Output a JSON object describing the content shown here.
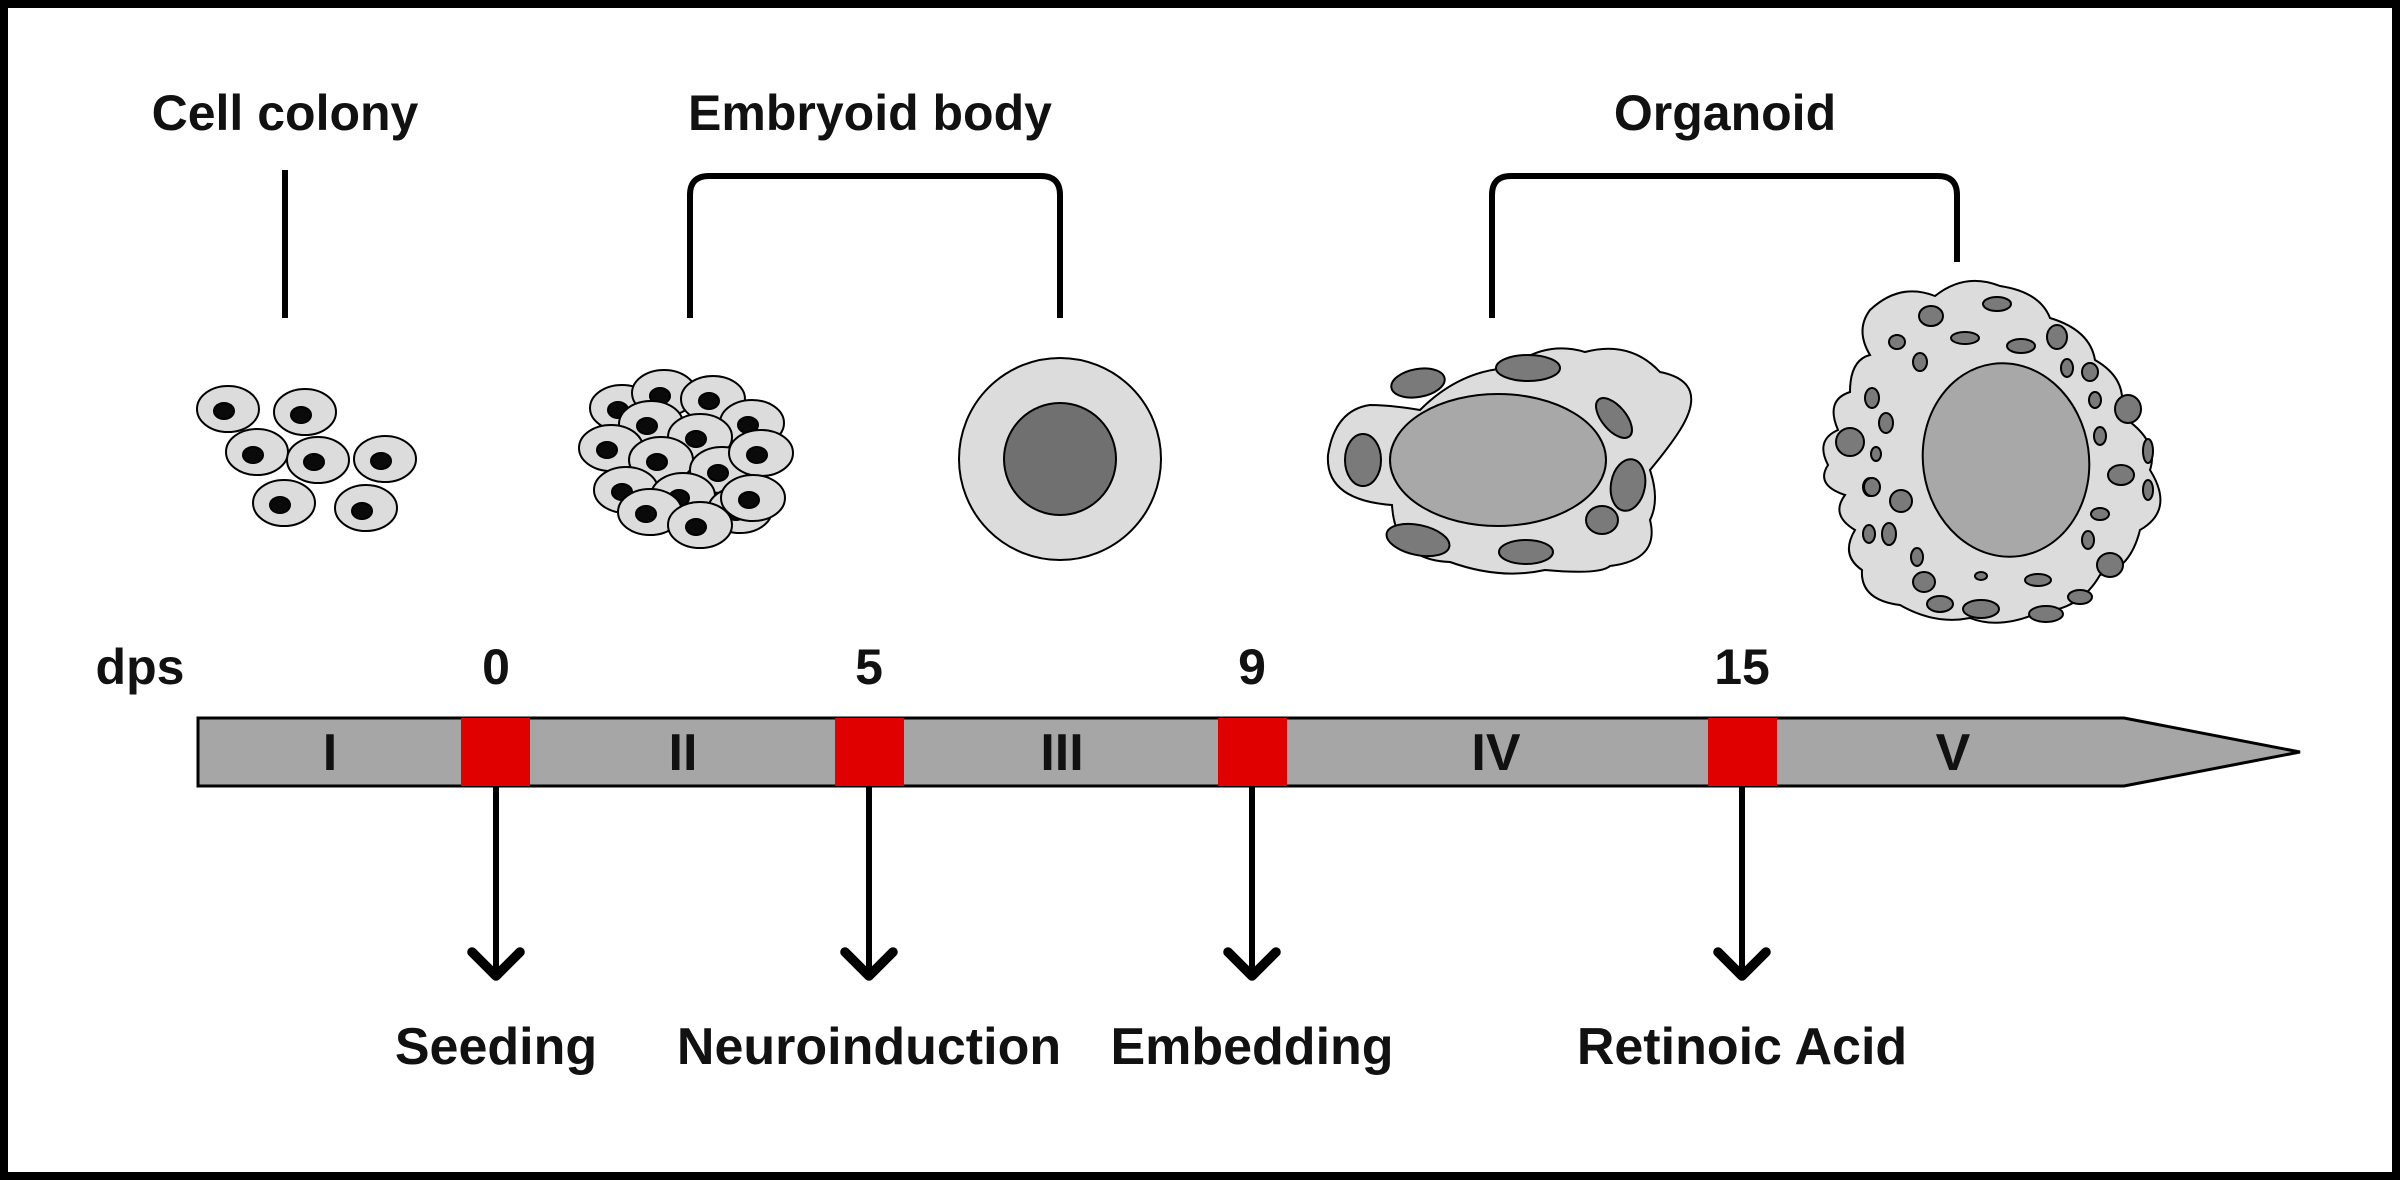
{
  "stages": {
    "cell_colony": "Cell colony",
    "embryoid_body": "Embryoid body",
    "organoid": "Organoid"
  },
  "timeline": {
    "unit_label": "dps",
    "ticks": [
      "0",
      "5",
      "9",
      "15"
    ],
    "phases": [
      "I",
      "II",
      "III",
      "IV",
      "V"
    ]
  },
  "events": [
    "Seeding",
    "Neuroinduction",
    "Embedding",
    "Retinoic Acid"
  ],
  "colors": {
    "marker": "#e00000",
    "timeline_bar": "#a6a6a6",
    "cell_fill": "#dcdcdc",
    "nucleus": "#0a0a0a",
    "organoid_core": "#a8a8a8",
    "organoid_vesicle": "#7a7a7a",
    "eb_core": "#707070"
  }
}
